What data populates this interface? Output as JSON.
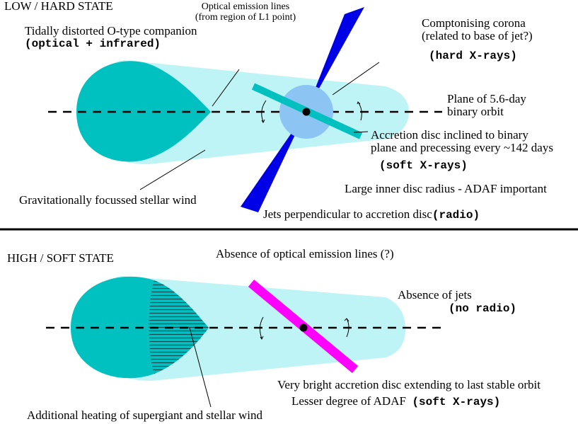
{
  "top_panel": {
    "state_title": "LOW / HARD STATE",
    "companion_label": "Tidally distorted O-type companion",
    "companion_band": "(optical + infrared)",
    "emission_label_line1": "Optical emission lines",
    "emission_label_line2": "(from region of L1 point)",
    "corona_label_line1": "Comptonising corona",
    "corona_label_line2": "(related to base of jet?)",
    "corona_band": "(hard X-rays)",
    "orbit_label_line1": "Plane of 5.6-day",
    "orbit_label_line2": "binary orbit",
    "disc_label_line1": "Accretion disc inclined to binary",
    "disc_label_line2": "plane and precessing every ~142 days",
    "disc_band": "(soft X-rays)",
    "adaf_label": "Large inner disc radius - ADAF important",
    "wind_label": "Gravitationally focussed stellar wind",
    "jets_label": "Jets perpendicular to accretion disc",
    "jets_band": "(radio)"
  },
  "bottom_panel": {
    "state_title": "HIGH / SOFT STATE",
    "emission_label": "Absence of optical emission lines (?)",
    "jets_label": "Absence of jets",
    "jets_band": "(no radio)",
    "disc_label": "Very bright accretion disc extending to last stable orbit",
    "adaf_label": "Lesser degree of ADAF",
    "adaf_band": "(soft X-rays)",
    "heating_label": "Additional heating of supergiant and stellar wind"
  },
  "colors": {
    "wind": "#bff4f6",
    "companion": "#00c0c0",
    "corona": "#8cc4f4",
    "jet": "#0000e6",
    "disc_low": "#00c0c0",
    "disc_high": "#ff00ff",
    "hatch": "#0a4a55"
  }
}
